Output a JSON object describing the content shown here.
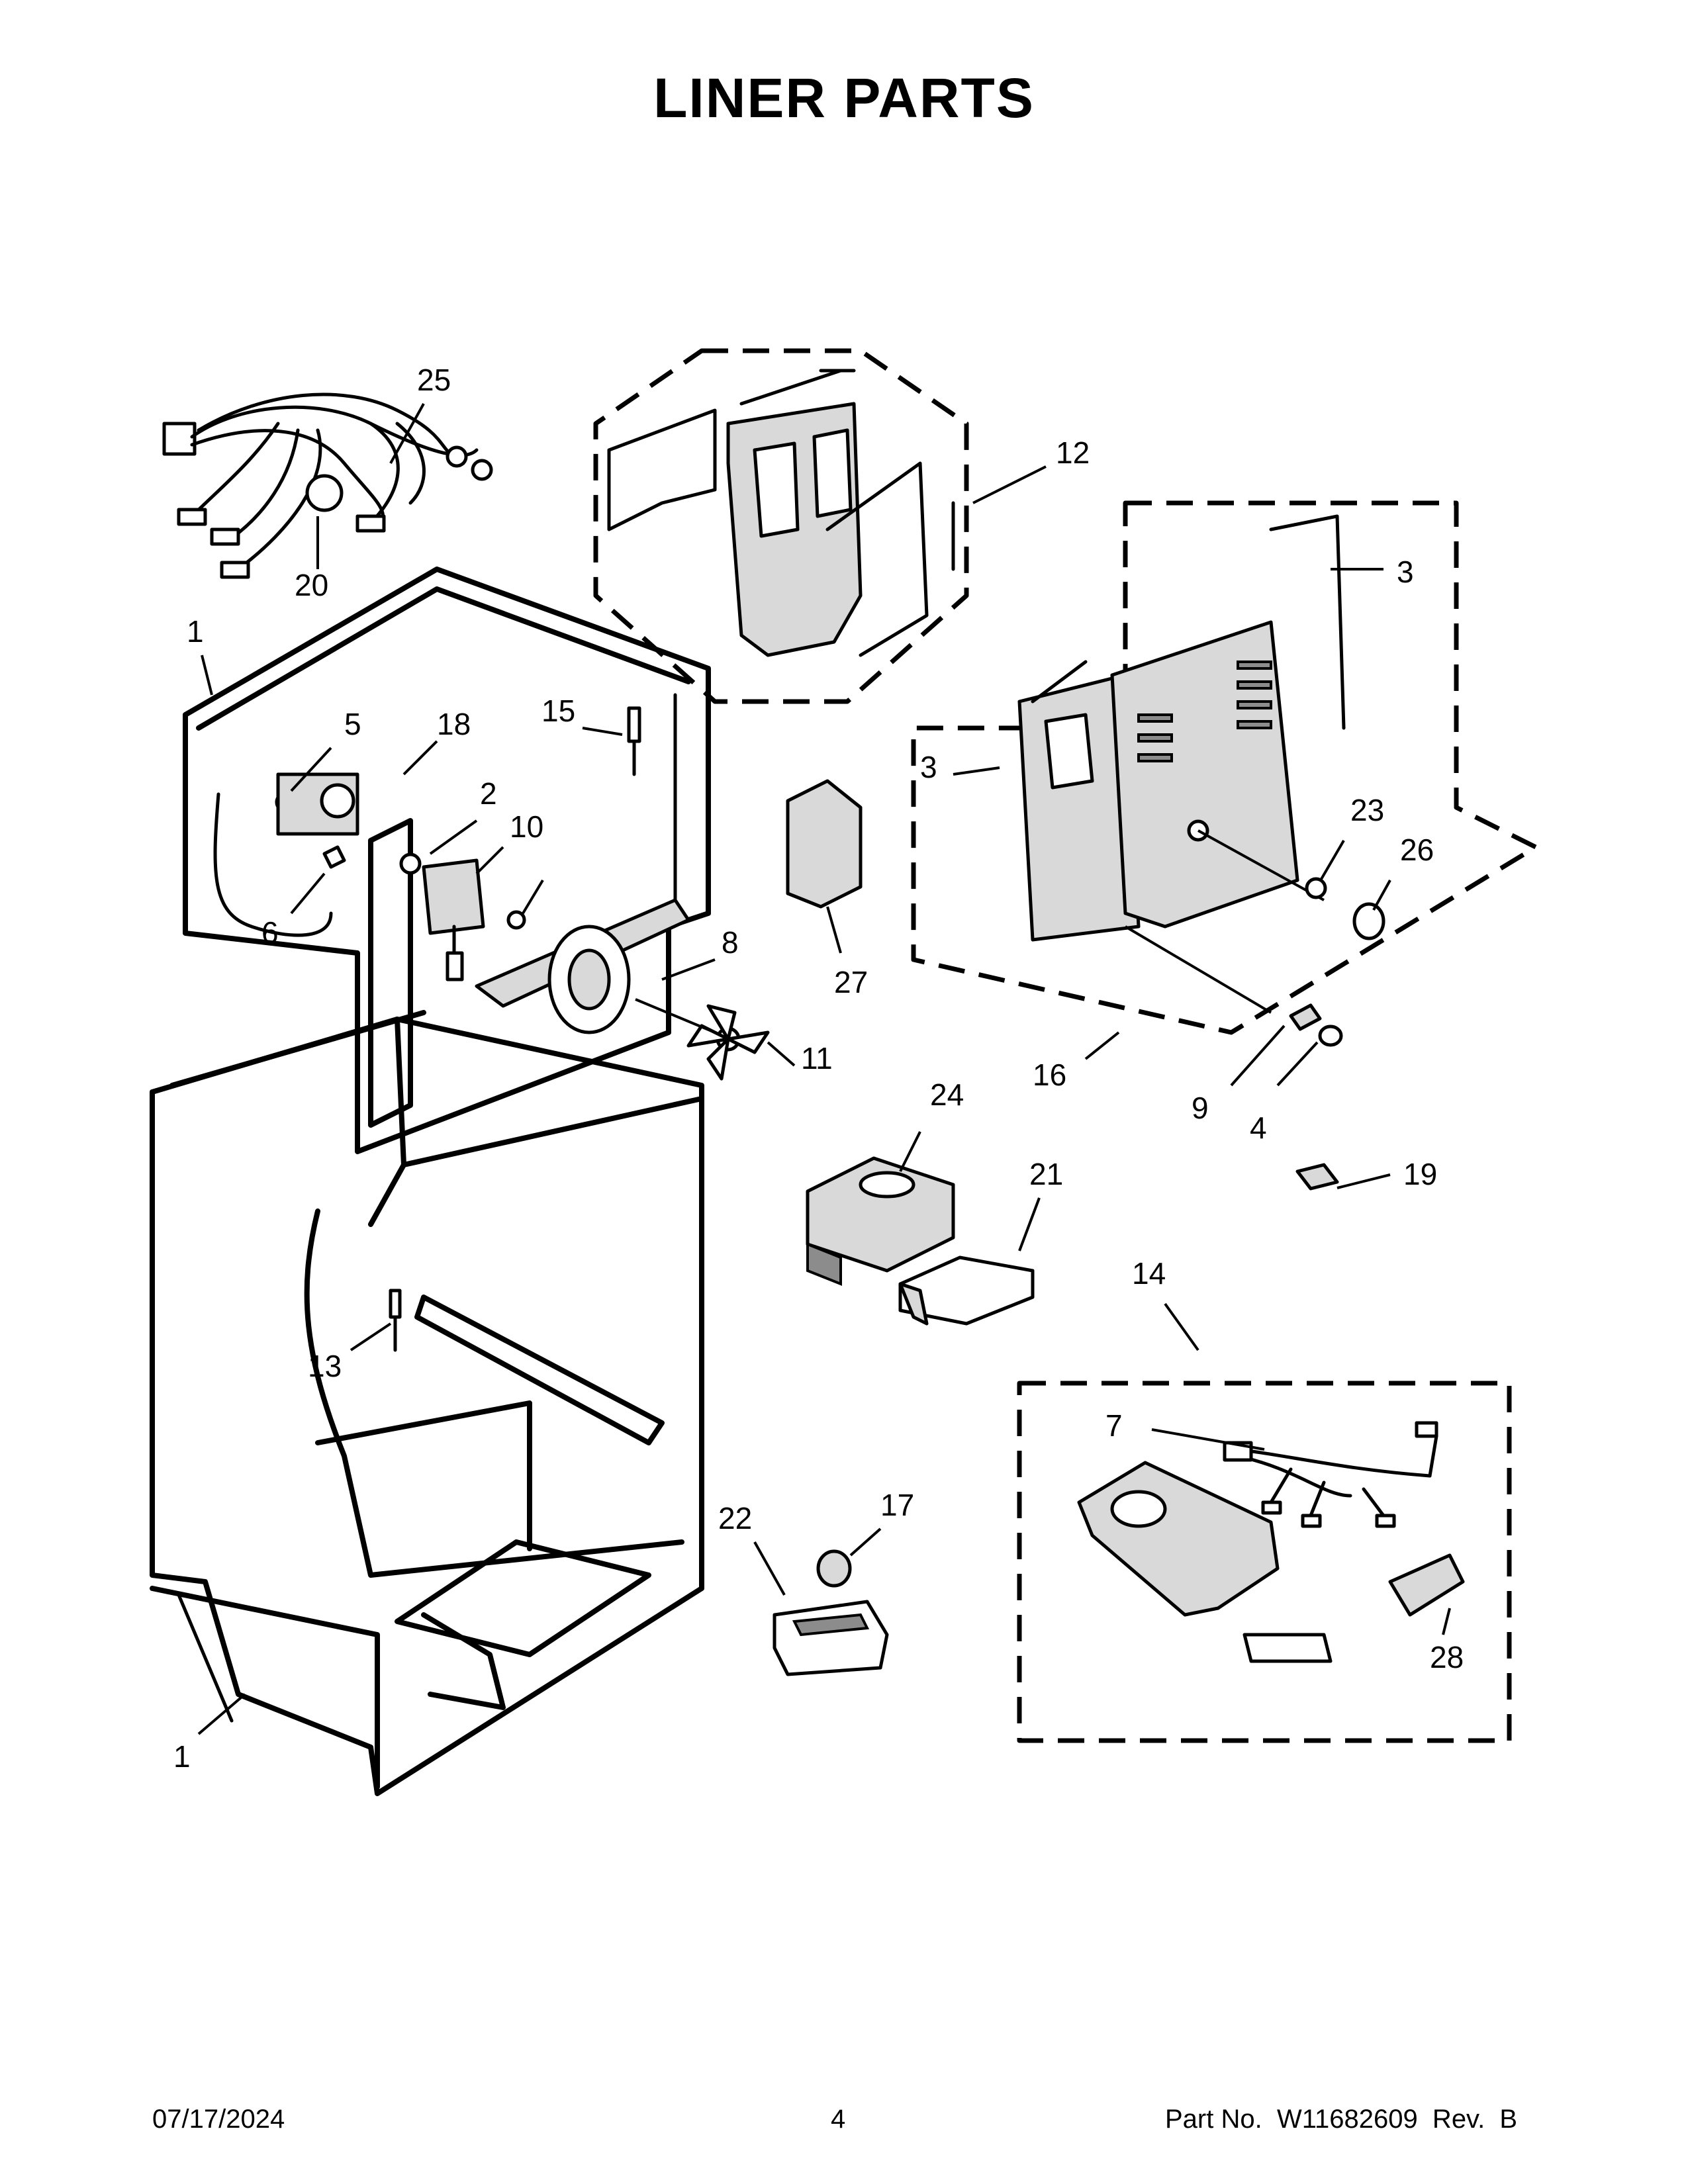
{
  "title": "LINER PARTS",
  "footer": {
    "date": "07/17/2024",
    "page_number": "4",
    "part_number": "Part No.  W11682609  Rev.  B"
  },
  "callouts": [
    "25",
    "20",
    "12",
    "3",
    "1",
    "5",
    "18",
    "15",
    "2",
    "10",
    "6",
    "8",
    "27",
    "3",
    "23",
    "26",
    "11",
    "16",
    "9",
    "4",
    "24",
    "21",
    "19",
    "14",
    "13",
    "7",
    "22",
    "17",
    "28",
    "1"
  ]
}
